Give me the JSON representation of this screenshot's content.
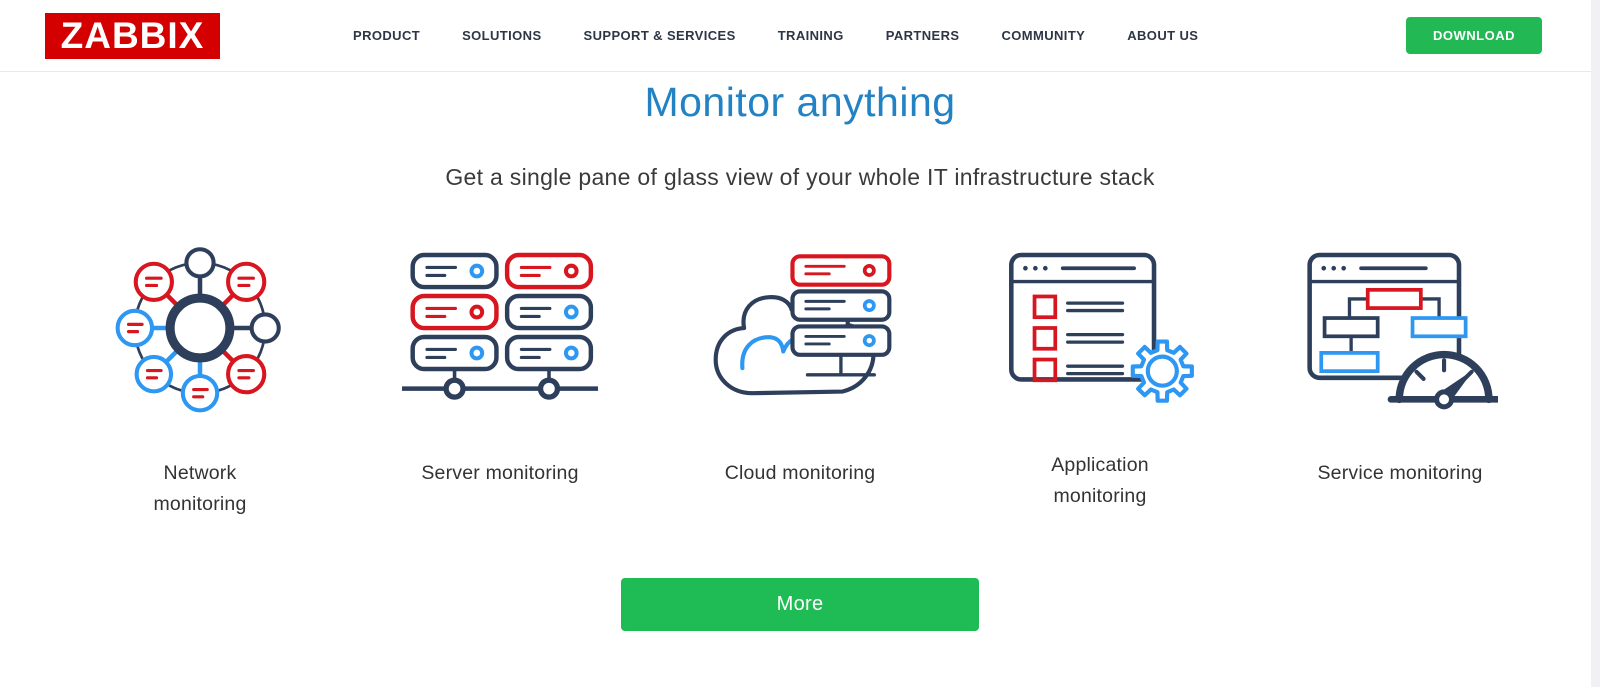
{
  "brand": {
    "logo_text": "ZABBIX"
  },
  "nav": {
    "items": [
      {
        "label": "PRODUCT"
      },
      {
        "label": "SOLUTIONS"
      },
      {
        "label": "SUPPORT & SERVICES"
      },
      {
        "label": "TRAINING"
      },
      {
        "label": "PARTNERS"
      },
      {
        "label": "COMMUNITY"
      },
      {
        "label": "ABOUT US"
      }
    ]
  },
  "header": {
    "download_label": "DOWNLOAD"
  },
  "hero": {
    "title": "Monitor anything",
    "subtitle": "Get a single pane of glass view of your whole IT infrastructure stack"
  },
  "cards": {
    "items": [
      {
        "icon": "network-monitoring-icon",
        "label": "Network monitoring"
      },
      {
        "icon": "server-monitoring-icon",
        "label": "Server monitoring"
      },
      {
        "icon": "cloud-monitoring-icon",
        "label": "Cloud monitoring"
      },
      {
        "icon": "application-monitoring-icon",
        "label": "Application monitoring"
      },
      {
        "icon": "service-monitoring-icon",
        "label": "Service monitoring"
      }
    ]
  },
  "actions": {
    "more_label": "More"
  },
  "colors": {
    "brand_red": "#D40000",
    "accent_green": "#1FBC55",
    "heading_blue": "#2382C3",
    "icon_navy": "#2E3F5C",
    "icon_blue": "#2E97F2",
    "icon_red": "#D8161F"
  }
}
